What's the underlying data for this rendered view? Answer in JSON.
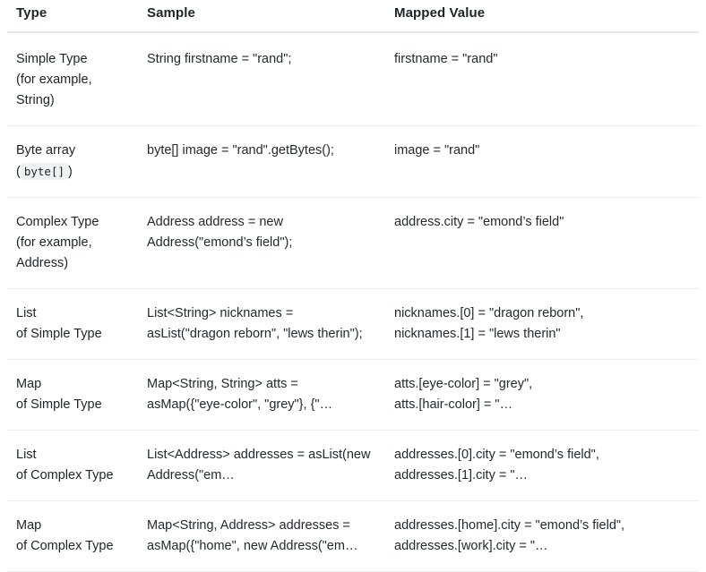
{
  "table": {
    "headers": [
      "Type",
      "Sample",
      "Mapped Value"
    ],
    "rows": [
      {
        "type_line1": "Simple Type",
        "type_line2": "(for example,",
        "type_line3": "String)",
        "type_code": "",
        "sample": "String firstname = \"rand\";",
        "mapped": "firstname = \"rand\""
      },
      {
        "type_line1": "Byte array",
        "type_line2": "(",
        "type_line3": ")",
        "type_code": "byte[]",
        "sample": "byte[] image = \"rand\".getBytes();",
        "mapped": "image = \"rand\""
      },
      {
        "type_line1": "Complex Type",
        "type_line2": "(for example,",
        "type_line3": "Address)",
        "type_code": "",
        "sample": "Address address = new Address(\"emond’s field\");",
        "mapped": "address.city = \"emond’s field\""
      },
      {
        "type_line1": "List",
        "type_line2": "of Simple Type",
        "type_line3": "",
        "type_code": "",
        "sample": "List<String> nicknames = asList(\"dragon reborn\", \"lews therin\");",
        "mapped": "nicknames.[0] = \"dragon reborn\",\nnicknames.[1] = \"lews therin\""
      },
      {
        "type_line1": "Map",
        "type_line2": "of Simple Type",
        "type_line3": "",
        "type_code": "",
        "sample": "Map<String, String> atts = asMap({\"eye-color\", \"grey\"}, {\"…",
        "mapped": "atts.[eye-color] = \"grey\",\natts.[hair-color] = \"…"
      },
      {
        "type_line1": "List",
        "type_line2": "of Complex Type",
        "type_line3": "",
        "type_code": "",
        "sample": "List<Address> addresses = asList(new Address(\"em…",
        "mapped": "addresses.[0].city = \"emond’s field\",\naddresses.[1].city = \"…"
      },
      {
        "type_line1": "Map",
        "type_line2": "of Complex Type",
        "type_line3": "",
        "type_code": "",
        "sample": "Map<String, Address> addresses = asMap({\"home\", new Address(\"em…",
        "mapped": "addresses.[home].city = \"emond’s field\",\naddresses.[work].city = \"…"
      }
    ]
  },
  "colors": {
    "text": "#1f2328",
    "header_border": "#e6e8eb",
    "row_border": "#ececef",
    "code_bg": "#eff1f3",
    "background": "#ffffff"
  }
}
